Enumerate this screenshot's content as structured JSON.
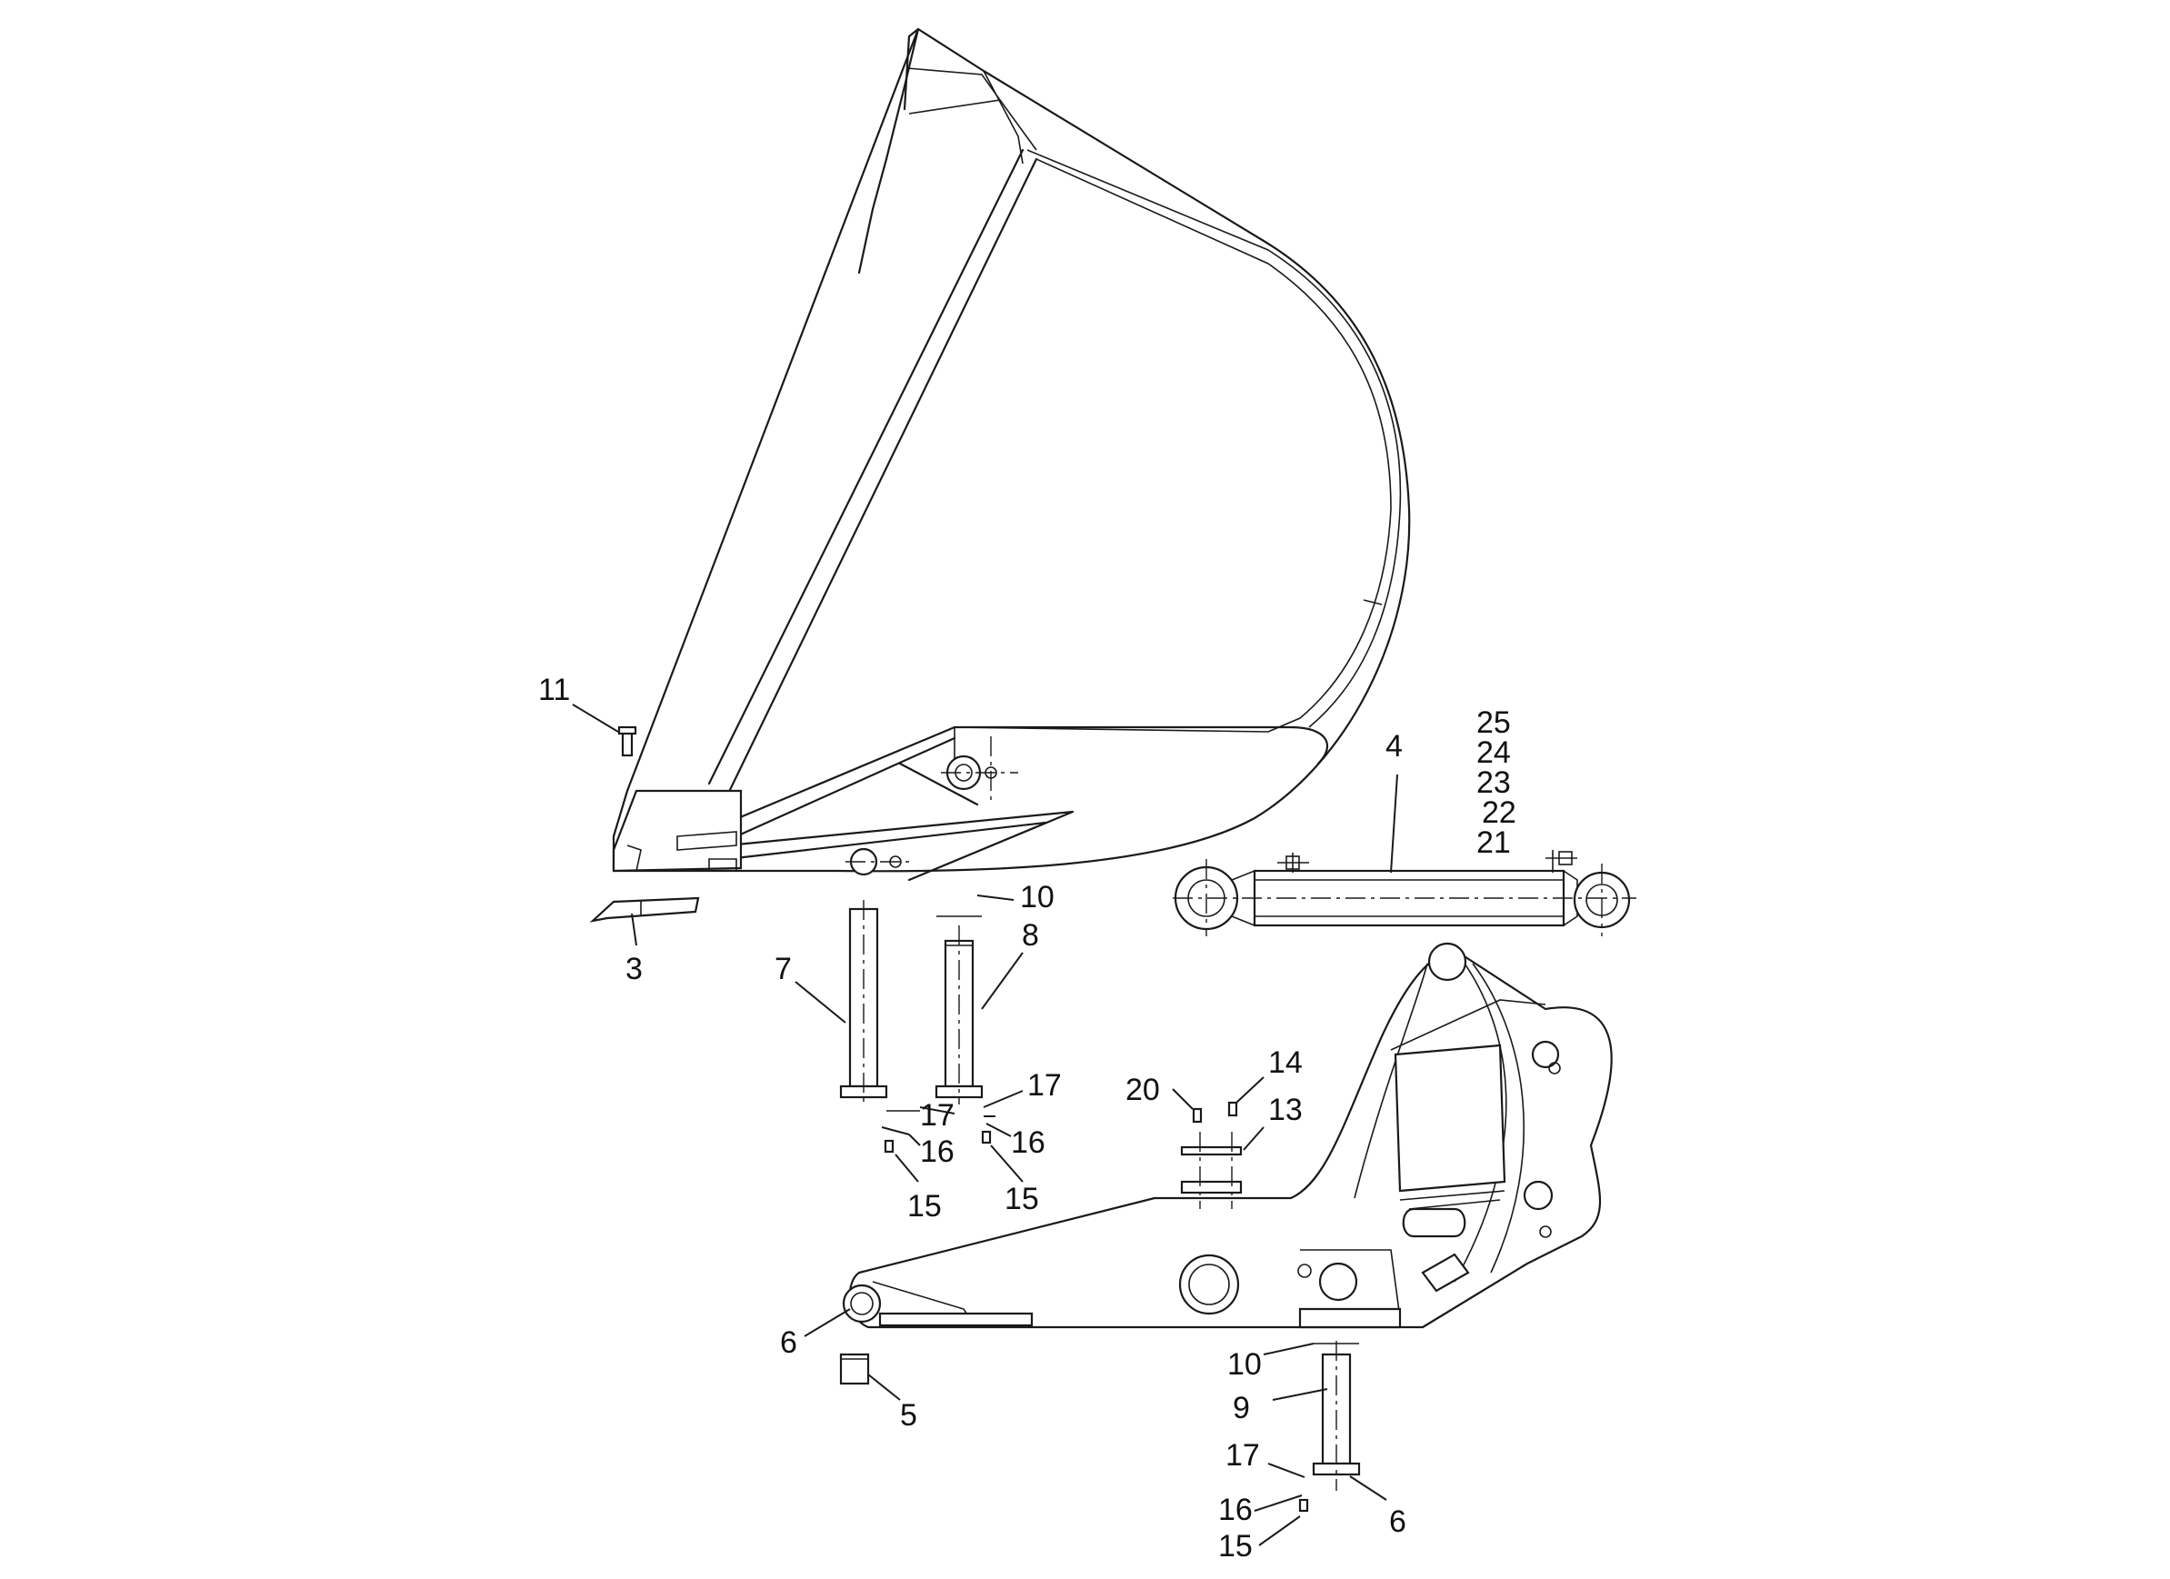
{
  "labels": {
    "bucket_top_pin_upper": "11",
    "tooth": "3",
    "cylinder": "4",
    "cyl_list_25": "25",
    "cyl_list_24": "24",
    "cyl_list_23": "23",
    "cyl_list_22": "22",
    "cyl_list_21": "21",
    "pin_7": "7",
    "pin_8": "8",
    "washer_10_upper": "10",
    "shim_17_left": "17",
    "shim_17_right": "17",
    "ring_16_left": "16",
    "ring_16_right": "16",
    "bolt_15_left": "15",
    "bolt_15_right": "15",
    "fitting_20": "20",
    "fitting_14": "14",
    "plate_13": "13",
    "bushing_6_left": "6",
    "bushing_5": "5",
    "washer_10_lower": "10",
    "pin_9": "9",
    "shim_17_lower": "17",
    "bushing_6_lower": "6",
    "ring_16_lower": "16",
    "bolt_15_lower": "15"
  }
}
